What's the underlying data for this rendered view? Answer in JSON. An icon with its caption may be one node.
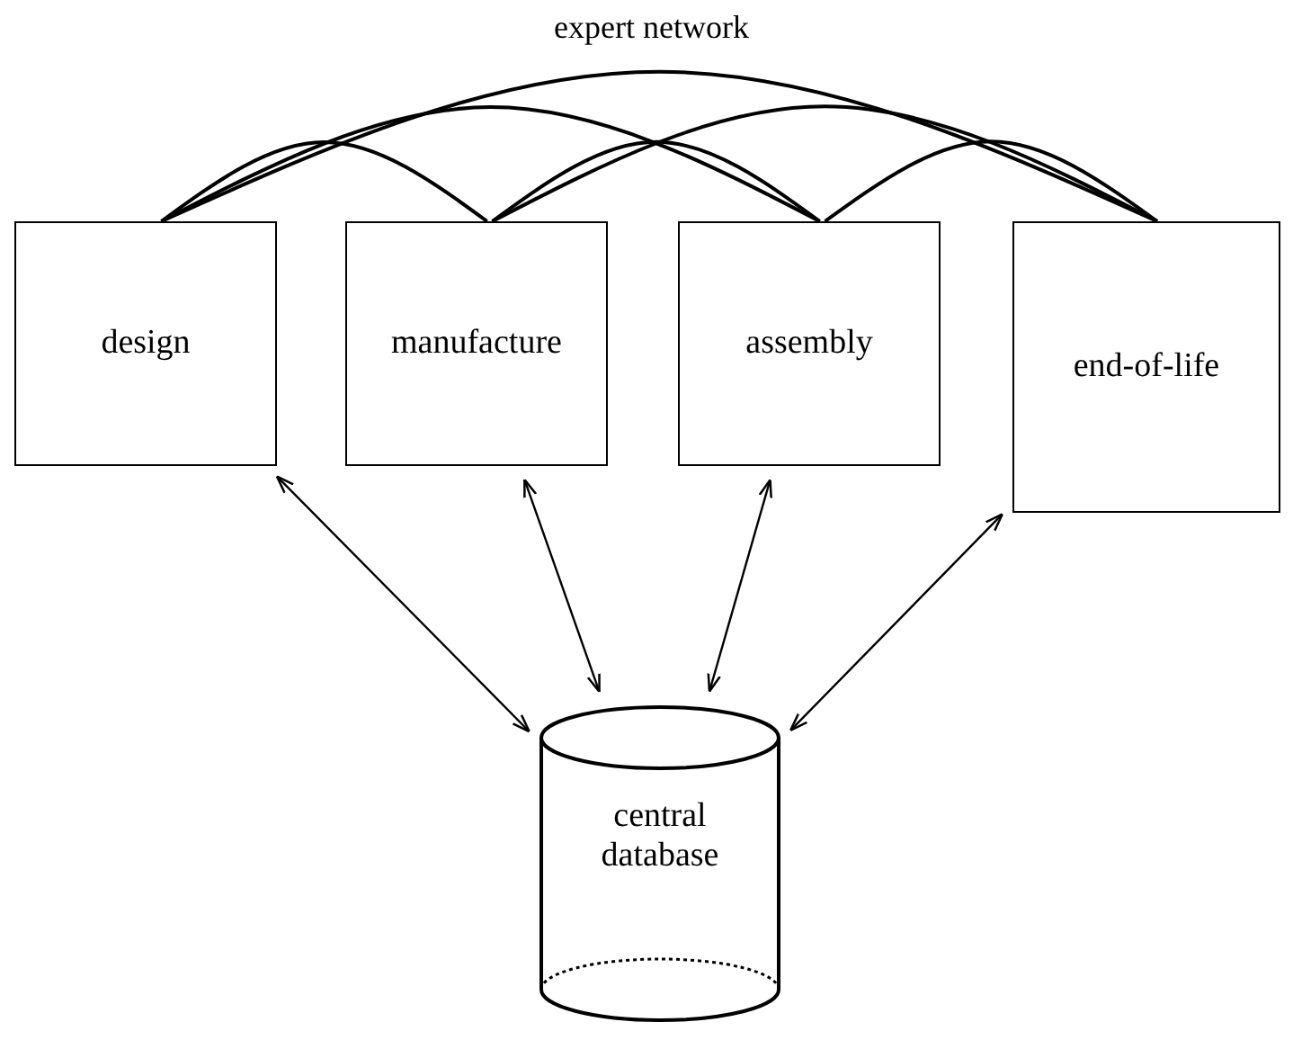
{
  "diagram": {
    "nodes": [
      {
        "text": [
          "design"
        ]
      },
      {
        "text": [
          "manufacture"
        ]
      },
      {
        "text": [
          "assembly"
        ]
      },
      {
        "text": [
          "end-of-life"
        ]
      },
      {
        "text": [
          "central database"
        ]
      }
    ],
    "edges": [
      {
        "from": 0,
        "to": 1,
        "arrow": "none"
      },
      {
        "from": 0,
        "to": 2,
        "arrow": "none"
      },
      {
        "from": 0,
        "to": 3,
        "arrow": "none"
      },
      {
        "from": 1,
        "to": 2,
        "arrow": "none"
      },
      {
        "from": 1,
        "to": 3,
        "arrow": "none"
      },
      {
        "from": 2,
        "to": 3,
        "arrow": "none"
      },
      {
        "from": 0,
        "to": 4,
        "arrow": "both"
      },
      {
        "from": 1,
        "to": 4,
        "arrow": "both"
      },
      {
        "from": 2,
        "to": 4,
        "arrow": "both"
      },
      {
        "from": 3,
        "to": 4,
        "arrow": "both"
      }
    ],
    "labels": [
      "expert network"
    ]
  }
}
